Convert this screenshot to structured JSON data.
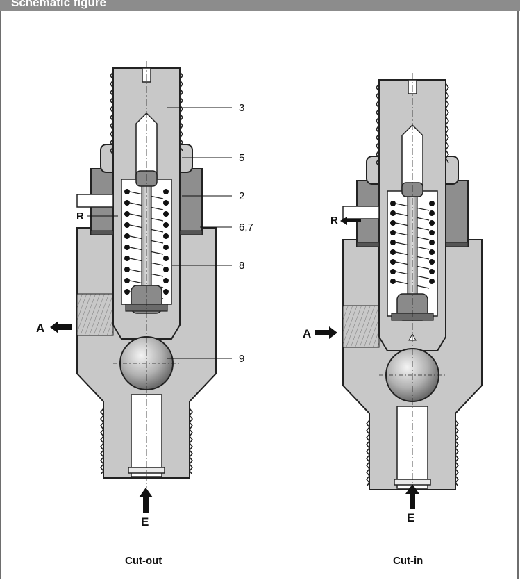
{
  "header": {
    "title": "Schematic figure"
  },
  "labels": {
    "part_3": "3",
    "part_5": "5",
    "part_2": "2",
    "part_6_7": "6,7",
    "part_8": "8",
    "part_9": "9",
    "port_r": "R",
    "port_a": "A",
    "port_e": "E"
  },
  "captions": {
    "left": "Cut-out",
    "right": "Cut-in"
  },
  "colors": {
    "header": "#8c8c8c",
    "body": "#c8c8c8",
    "nut": "#8e8e8e",
    "line": "#222222"
  }
}
